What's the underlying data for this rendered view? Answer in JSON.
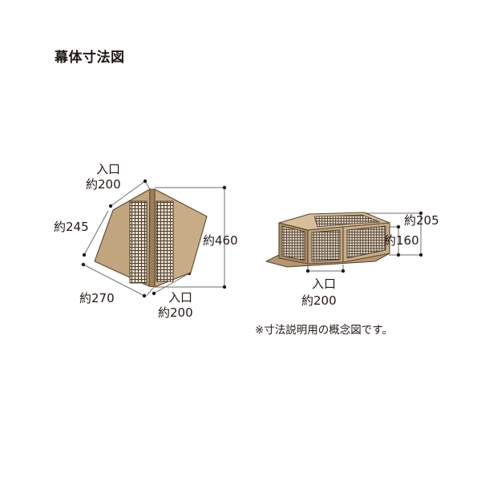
{
  "title": "幕体寸法図",
  "colors": {
    "fabric": "#c1a57f",
    "fabric_dark": "#9c8058",
    "fabric_light": "#d6bf9a",
    "mesh_bg": "#e6dccb",
    "mesh_line": "#4e3e30",
    "outline": "#5b4632",
    "text": "#231815",
    "dim_line": "#6e6e6e"
  },
  "top_view": {
    "entrance_top": {
      "label": "入口",
      "value": "約200"
    },
    "side_left": "約245",
    "side_bottom": "約270",
    "length_right": "約460",
    "entrance_bottom": {
      "label": "入口",
      "value": "約200"
    }
  },
  "side_view": {
    "height_total": "約205",
    "height_wall": "約160",
    "entrance": {
      "label": "入口",
      "value": "約200"
    }
  },
  "note": "※寸法説明用の概念図です。"
}
